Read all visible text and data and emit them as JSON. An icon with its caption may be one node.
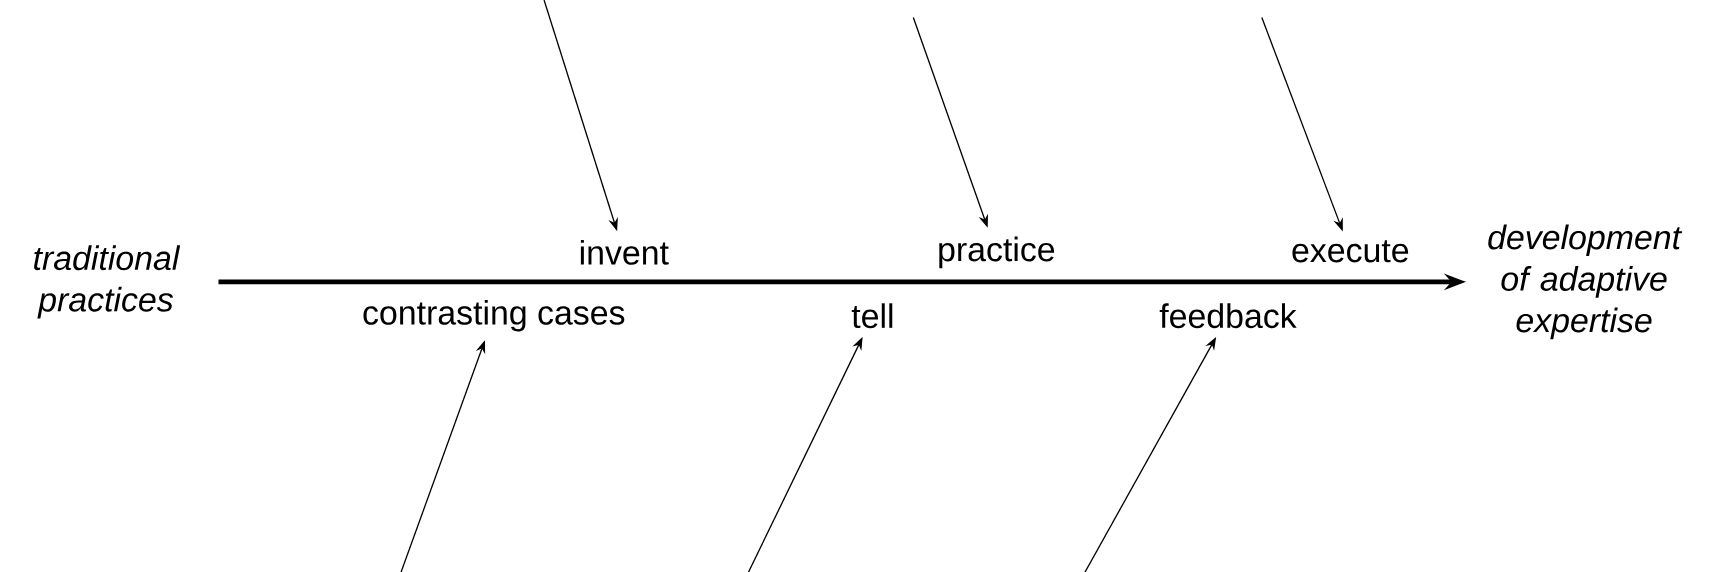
{
  "diagram": {
    "nodes": [
      {
        "text": [
          "*traditional practices*"
        ]
      },
      {
        "text": [
          "*development of adaptive expertise*"
        ]
      },
      {
        "text": [
          "invent"
        ]
      },
      {
        "text": [
          "practice"
        ]
      },
      {
        "text": [
          "execute"
        ]
      },
      {
        "text": [
          "contrasting cases"
        ]
      },
      {
        "text": [
          "tell"
        ]
      },
      {
        "text": [
          "feedback"
        ]
      }
    ],
    "edges": [
      {
        "from": 0,
        "to": 1,
        "arrow": "to",
        "style": "thick"
      },
      {
        "from": null,
        "to": 2,
        "arrow": "to"
      },
      {
        "from": null,
        "to": 3,
        "arrow": "to"
      },
      {
        "from": null,
        "to": 4,
        "arrow": "to"
      },
      {
        "from": null,
        "to": 5,
        "arrow": "to"
      },
      {
        "from": null,
        "to": 6,
        "arrow": "to"
      },
      {
        "from": null,
        "to": 7,
        "arrow": "to"
      }
    ]
  }
}
